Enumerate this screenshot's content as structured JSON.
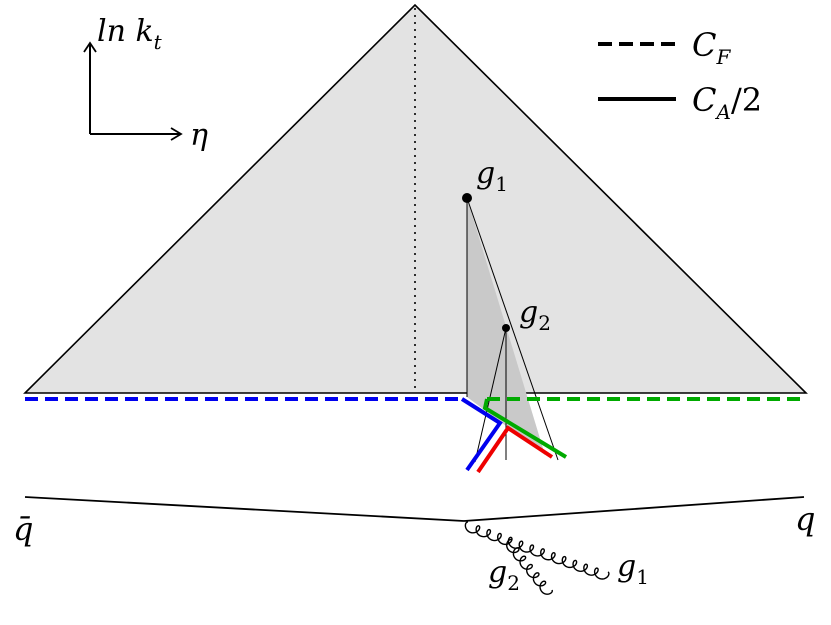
{
  "axes": {
    "y_label": "ln k",
    "y_label_sub": "t",
    "x_label": "η"
  },
  "legend": {
    "dashed_label": "C",
    "dashed_sub": "F",
    "solid_label": "C",
    "solid_sub": "A",
    "solid_suffix": "/2"
  },
  "emissions": [
    {
      "label": "g",
      "sub": "1"
    },
    {
      "label": "g",
      "sub": "2"
    }
  ],
  "quarks": {
    "antiquark": "q̄",
    "quark": "q"
  },
  "gluon_labels": [
    {
      "label": "g",
      "sub": "2"
    },
    {
      "label": "g",
      "sub": "1"
    }
  ],
  "colors": {
    "triangle_fill": "#e3e3e3",
    "inner_fill": "#c8c8c8",
    "blue": "#0000ee",
    "green": "#00aa00",
    "red": "#ee0000"
  }
}
